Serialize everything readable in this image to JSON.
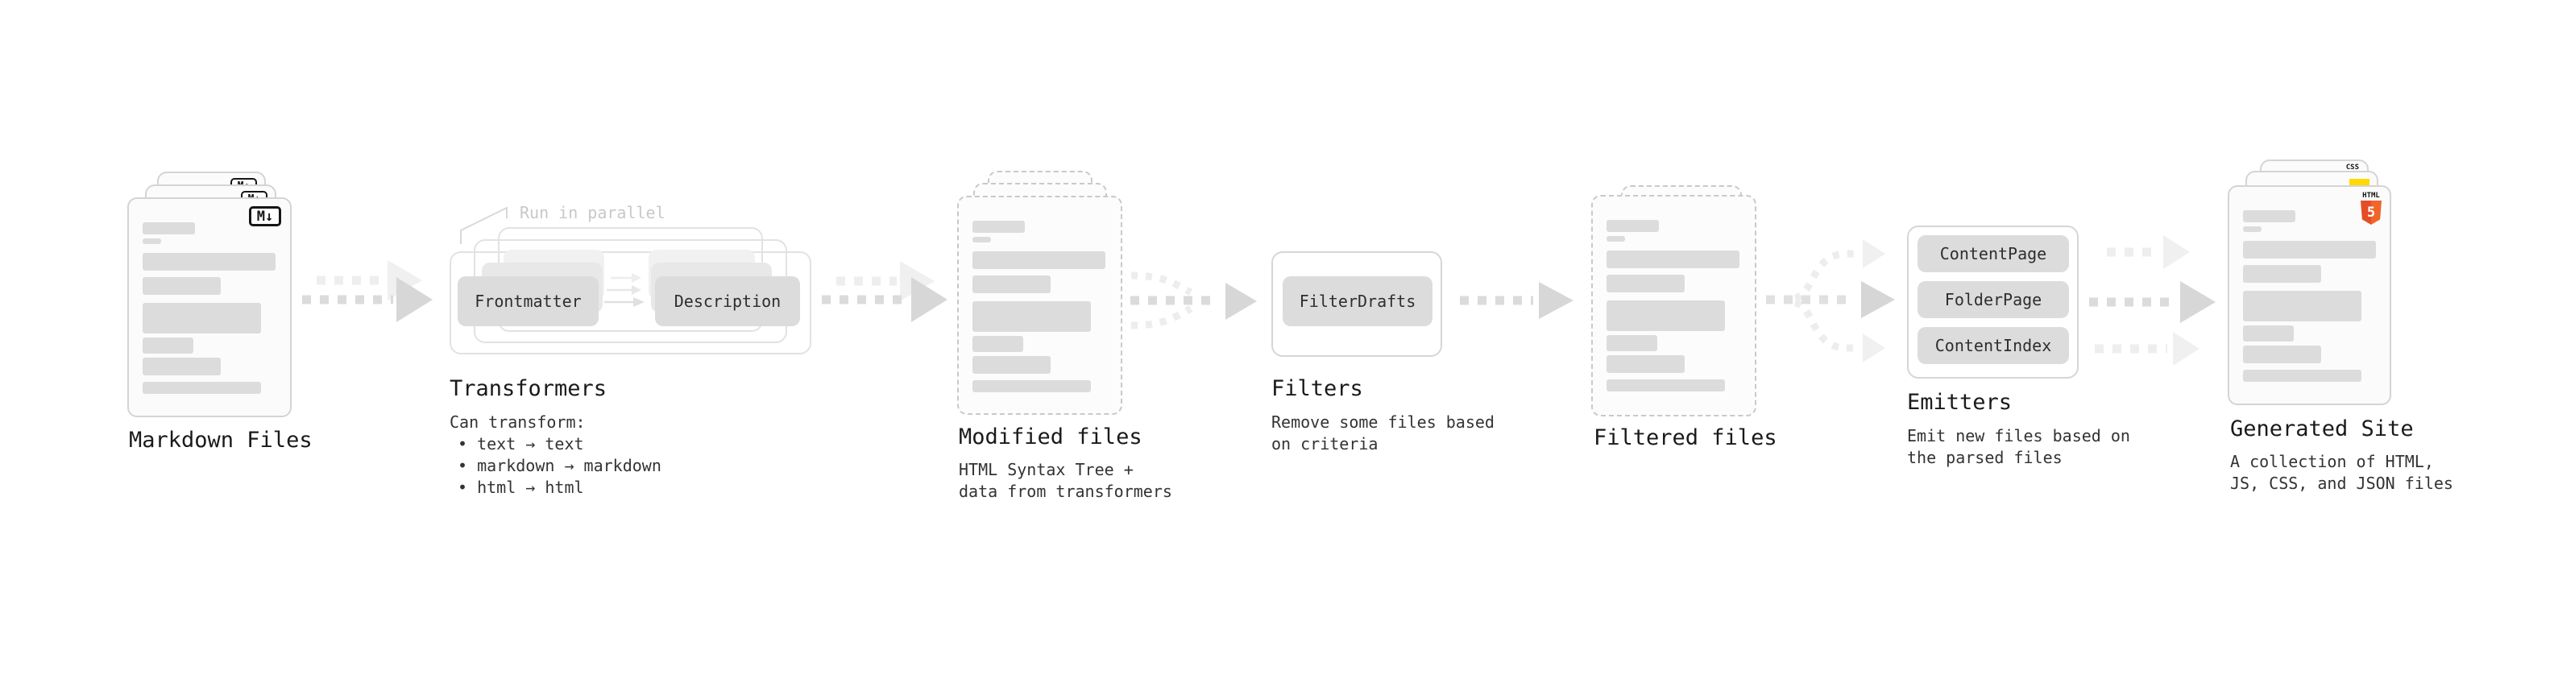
{
  "stages": {
    "markdown_files": {
      "title": "Markdown Files",
      "icon_label": "M↓"
    },
    "transformers": {
      "note": "Run in parallel",
      "chips": [
        "Frontmatter",
        "Description"
      ],
      "title": "Transformers",
      "desc_heading": "Can transform:",
      "bullets": [
        "text → text",
        "markdown → markdown",
        "html → html"
      ]
    },
    "modified_files": {
      "title": "Modified files",
      "desc": [
        "HTML Syntax Tree +",
        "data from transformers"
      ]
    },
    "filters": {
      "chip": "FilterDrafts",
      "title": "Filters",
      "desc": [
        "Remove some files based",
        "on criteria"
      ]
    },
    "filtered_files": {
      "title": "Filtered files"
    },
    "emitters": {
      "chips": [
        "ContentPage",
        "FolderPage",
        "ContentIndex"
      ],
      "title": "Emitters",
      "desc": [
        "Emit new files based on",
        "the parsed files"
      ]
    },
    "generated_site": {
      "title": "Generated Site",
      "desc": [
        "A collection of HTML,",
        "JS, CSS, and JSON files"
      ],
      "badges": {
        "css": "CSS",
        "html": "HTML",
        "html5_number": "5"
      }
    }
  },
  "colors": {
    "html5_orange": "#e44d26",
    "js_yellow": "#ffd902",
    "css_blue": "#2c63e8"
  }
}
